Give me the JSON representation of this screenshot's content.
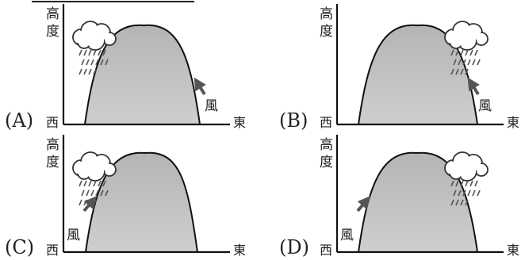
{
  "figure": {
    "axis_vertical_label": [
      "高",
      "度"
    ],
    "axis_west_label": "西",
    "axis_east_label": "東",
    "wind_label": "風"
  },
  "panels": [
    {
      "id": "A",
      "label": "(A)",
      "cloud_side": "west",
      "wind_side": "east",
      "wind_direction": "up-left"
    },
    {
      "id": "B",
      "label": "(B)",
      "cloud_side": "east",
      "wind_side": "east",
      "wind_direction": "up-left"
    },
    {
      "id": "C",
      "label": "(C)",
      "cloud_side": "west",
      "wind_side": "west",
      "wind_direction": "up-right"
    },
    {
      "id": "D",
      "label": "(D)",
      "cloud_side": "east",
      "wind_side": "west",
      "wind_direction": "up-right"
    }
  ]
}
